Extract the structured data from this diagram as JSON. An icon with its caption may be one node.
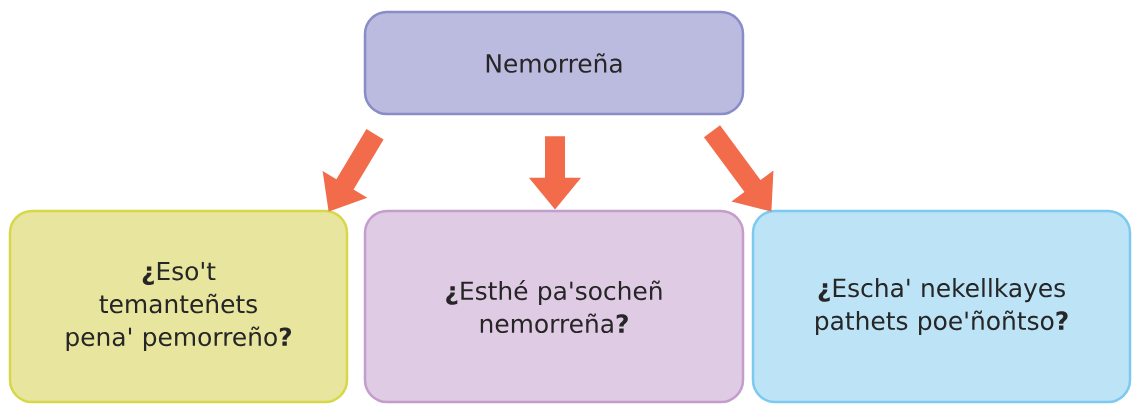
{
  "diagram": {
    "nodes": [
      {
        "text": [
          "Nemorreña"
        ]
      },
      {
        "text": [
          "**¿**Eso't temanteñets pena' pemorreño**?**"
        ]
      },
      {
        "text": [
          "**¿**Esthé pa'socheñ nemorreña**?**"
        ]
      },
      {
        "text": [
          "**¿**Escha' nekellkayes pathets poe'ñoñtso**?**"
        ]
      }
    ],
    "edges": [
      {
        "from": 0,
        "to": 1,
        "arrow": "to"
      },
      {
        "from": 0,
        "to": 2,
        "arrow": "to"
      },
      {
        "from": 0,
        "to": 3,
        "arrow": "to"
      }
    ]
  }
}
